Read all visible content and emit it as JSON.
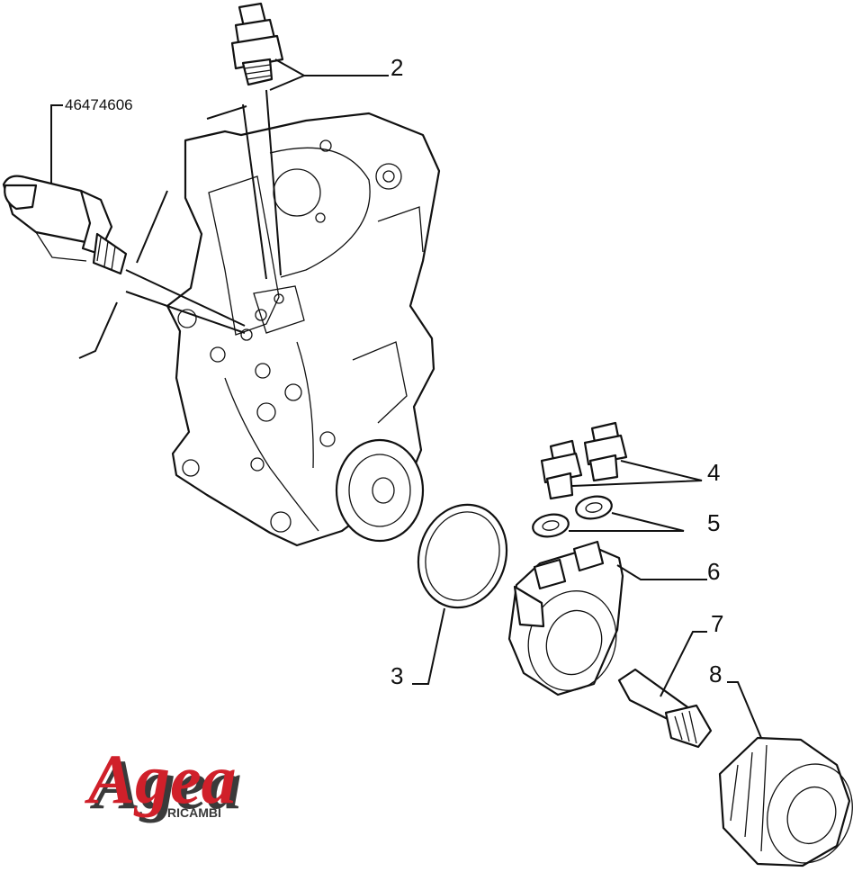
{
  "diagram": {
    "part_number_label": "46474606",
    "callouts": [
      {
        "id": "2",
        "label": "2"
      },
      {
        "id": "3",
        "label": "3"
      },
      {
        "id": "4",
        "label": "4"
      },
      {
        "id": "5",
        "label": "5"
      },
      {
        "id": "6",
        "label": "6"
      },
      {
        "id": "7",
        "label": "7"
      },
      {
        "id": "8",
        "label": "8"
      }
    ]
  },
  "logo": {
    "brand": "Agea",
    "sub": "RICAMBI",
    "brand_color": "#d0202a",
    "shadow_color": "#3a3a3a"
  }
}
